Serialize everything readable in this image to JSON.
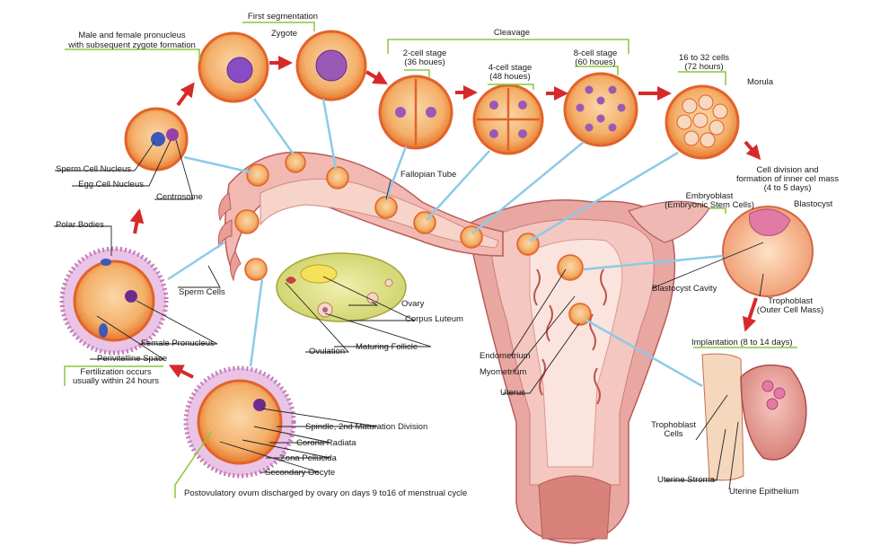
{
  "labels": {
    "first_segmentation": "First segmentation",
    "pronucleus_line1": "Male and female pronucleus",
    "pronucleus_line2": "with subsequent zygote formation",
    "zygote": "Zygote",
    "cleavage": "Cleavage",
    "two_cell_line1": "2-cell stage",
    "two_cell_line2": "(36 houes)",
    "four_cell_line1": "4-cell stage",
    "four_cell_line2": "(48 houes)",
    "eight_cell_line1": "8-cell stage",
    "eight_cell_line2": "(60 houes)",
    "sixteen_line1": "16 to 32 cells",
    "sixteen_line2": "(72 hours)",
    "morula": "Morula",
    "cell_division_line1": "Cell division and",
    "cell_division_line2": "formation of inner cel mass",
    "cell_division_line3": "(4 to 5 days)",
    "embryoblast_line1": "Embryoblast",
    "embryoblast_line2": "(Embryonic Stem Cells)",
    "blastocyst": "Blastocyst",
    "sperm_cell_nucleus": "Sperm Cell Nucleus",
    "egg_cell_nucleus": "Egg Cell Nucleus",
    "centrosome": "Centrosome",
    "fallopian_tube": "Fallopian Tube",
    "polar_bodies": "Polar Bodies",
    "sperm_cells": "Sperm Cells",
    "ovary": "Ovary",
    "corpus_luteum": "Corpus Luteum",
    "blastocyst_cavity": "Blastocyst Cavity",
    "trophoblast_line1": "Trophoblast",
    "trophoblast_line2": "(Outer Cell Mass)",
    "female_pronucleus": "Female Pronucleus",
    "ovulation": "Ovulation",
    "maturing_follicle": "Maturing Follicle",
    "perivitelline_space": "Perivitelline Space",
    "fertilization_line1": "Fertilization occurs",
    "fertilization_line2": "usually within 24 hours",
    "implantation": "Implantation (8 to 14 days)",
    "endometrium": "Endometrium",
    "myometrium": "Myometrium",
    "uterus": "Uterus",
    "spindle": "Spindle, 2nd Maturation Division",
    "corona_radiata": "Corona Radiata",
    "zona_pellucida": "Zona Pellucida",
    "secondary_oocyte": "Secondary Oocyte",
    "trophoblast_cells_line1": "Trophoblast",
    "trophoblast_cells_line2": "Cells",
    "uterine_stroma": "Uterine Stroma",
    "uterine_epithelium": "Uterine Epithelium",
    "postovulatory": "Postovulatory ovum discharged by ovary on days 9 to16 of menstrual cycle"
  },
  "colors": {
    "arrow": "#d62a2a",
    "leader_blue": "#8ccbe8",
    "bracket_green": "#8cc63f",
    "cell_orange": "#f0a35a",
    "cell_rim": "#e2632a",
    "nucleus_purple": "#9b59b6",
    "tissue_pink": "#e8a0a0",
    "ovary_yellow": "#e3e58a"
  }
}
